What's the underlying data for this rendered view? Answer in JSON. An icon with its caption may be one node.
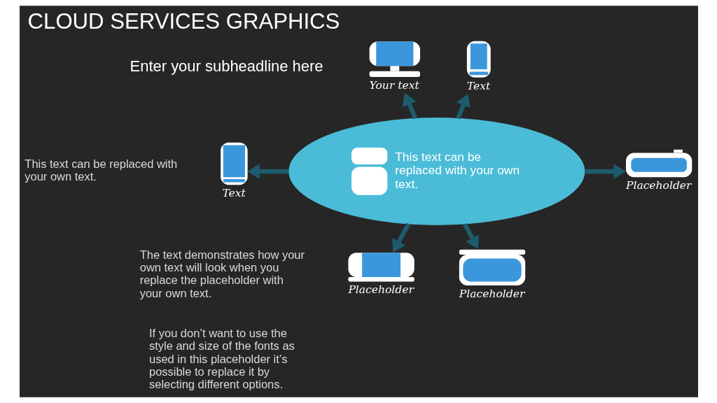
{
  "diagram": {
    "title": "CLOUD SERVICES GRAPHICS",
    "nodes": [
      {
        "text": [],
        "shape": "picture",
        "beside": [
          "Your text"
        ]
      },
      {
        "text": [],
        "shape": "picture",
        "beside": [
          "Text"
        ]
      },
      {
        "text": [],
        "shape": "picture",
        "beside": [
          "Text"
        ]
      },
      {
        "text": [
          "This text can be replaced with your own text."
        ]
      },
      {
        "text": [],
        "shape": "picture",
        "beside": [
          "Placeholder"
        ]
      },
      {
        "text": [],
        "shape": "picture",
        "beside": [
          "Placeholder"
        ]
      },
      {
        "text": [],
        "shape": "picture",
        "beside": [
          "Placeholder"
        ]
      }
    ],
    "edges": [
      {
        "from": 3,
        "to": 0,
        "arrow": "to"
      },
      {
        "from": 3,
        "to": 1,
        "arrow": "to"
      },
      {
        "from": 3,
        "to": 2,
        "arrow": "to"
      },
      {
        "from": 3,
        "to": 4,
        "arrow": "to"
      },
      {
        "from": 3,
        "to": 5,
        "arrow": "to"
      },
      {
        "from": 3,
        "to": 6,
        "arrow": "to"
      }
    ],
    "labels": [
      "Enter your subheadline here",
      "This text can be replaced with your own text.",
      "The text demonstrates how your own text will look when you replace the placeholder with your own text.",
      "If you don’t want to use the style and size of the fonts as used in this placeholder it’s possible to replace it by selecting different options."
    ]
  }
}
